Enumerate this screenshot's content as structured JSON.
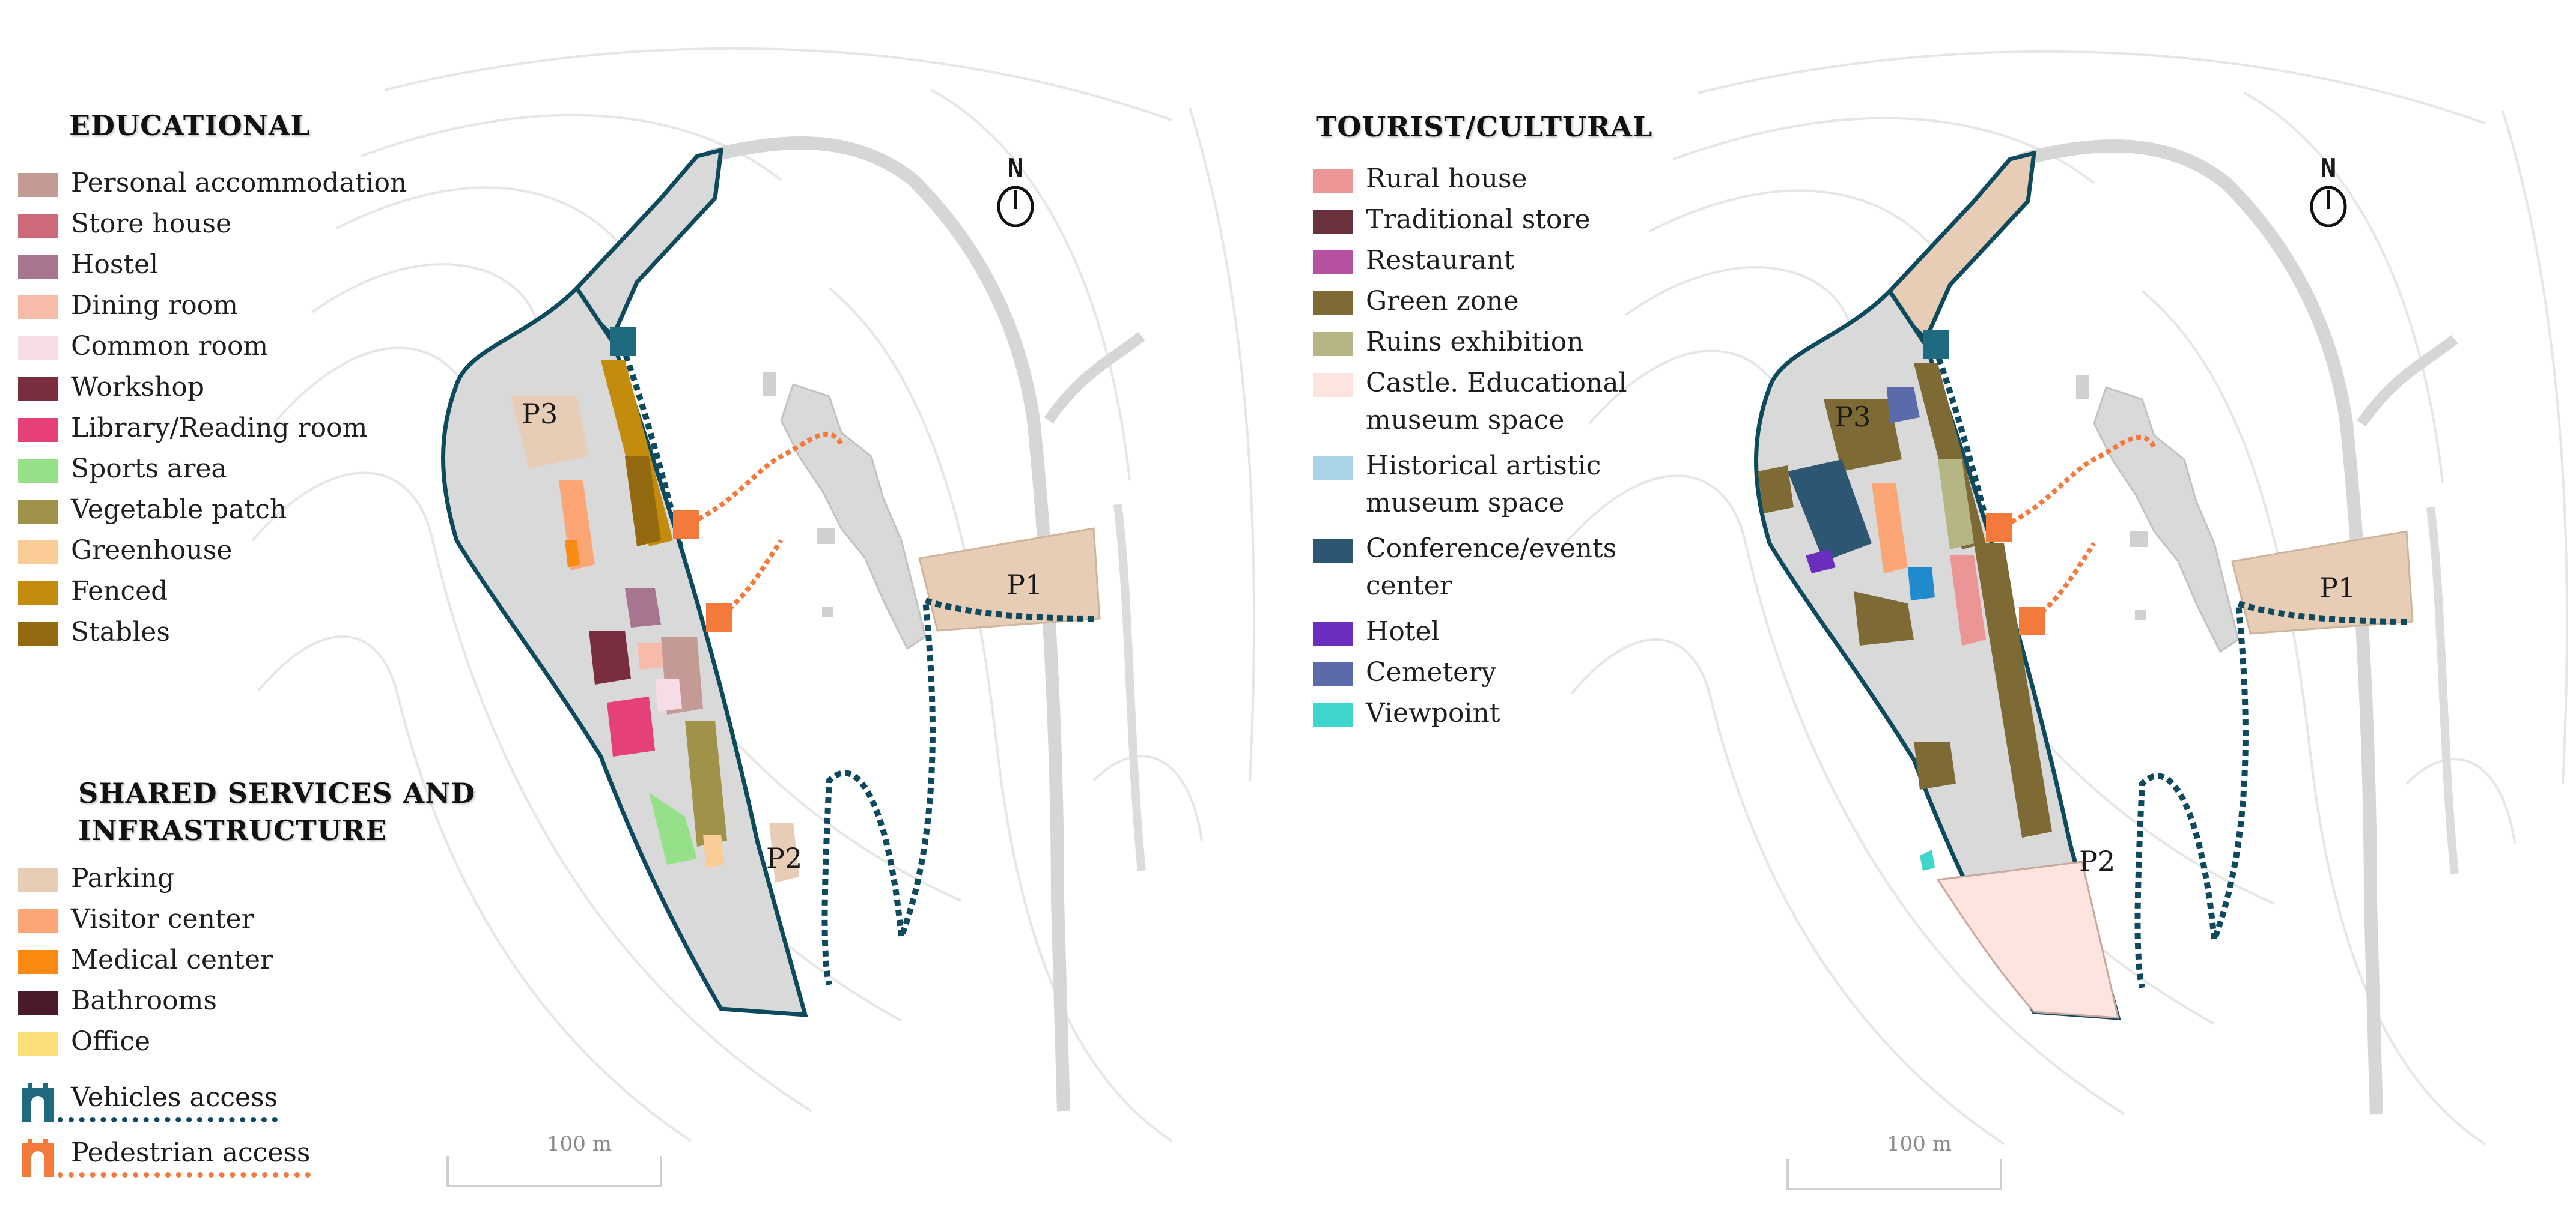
{
  "educational": {
    "title": "EDUCATIONAL",
    "items": [
      {
        "label": "Personal accommodation",
        "color": "#c49a95"
      },
      {
        "label": "Store house",
        "color": "#cc6a7a"
      },
      {
        "label": "Hostel",
        "color": "#a87590"
      },
      {
        "label": "Dining room",
        "color": "#f7bba9"
      },
      {
        "label": "Common room",
        "color": "#f6dce6"
      },
      {
        "label": "Workshop",
        "color": "#7a2d3d"
      },
      {
        "label": "Library/Reading room",
        "color": "#e5407a"
      },
      {
        "label": "Sports area",
        "color": "#96e08a"
      },
      {
        "label": "Vegetable patch",
        "color": "#a1924a"
      },
      {
        "label": "Greenhouse",
        "color": "#fbcd96"
      },
      {
        "label": "Fenced",
        "color": "#c48c0c"
      },
      {
        "label": "Stables",
        "color": "#946a10"
      }
    ]
  },
  "shared": {
    "title_line1": "SHARED SERVICES AND",
    "title_line2": "INFRASTRUCTURE",
    "items": [
      {
        "label": "Parking",
        "color": "#e8cdb6"
      },
      {
        "label": "Visitor center",
        "color": "#fba674"
      },
      {
        "label": "Medical center",
        "color": "#fb8a12"
      },
      {
        "label": "Bathrooms",
        "color": "#4a1a2a"
      },
      {
        "label": "Office",
        "color": "#fddf7a"
      }
    ],
    "vehicles_access": {
      "label": "Vehicles access",
      "color": "#1f6a80"
    },
    "pedestrian_access": {
      "label": "Pedestrian access",
      "color": "#f47a3c"
    }
  },
  "tourist": {
    "title": "TOURIST/CULTURAL",
    "items": [
      {
        "label": "Rural house",
        "color": "#ec9596"
      },
      {
        "label": "Traditional store",
        "color": "#6a323d"
      },
      {
        "label": "Restaurant",
        "color": "#b652a1"
      },
      {
        "label": "Green zone",
        "color": "#7e6a34"
      },
      {
        "label": "Ruins exhibition",
        "color": "#b5b683"
      },
      {
        "label": "Castle. Educational\nmuseum space",
        "color": "#fde4de"
      },
      {
        "label": "Historical artistic\nmuseum space",
        "color": "#a8d4e6"
      },
      {
        "label": "Conference/events\ncenter",
        "color": "#2d5672"
      },
      {
        "label": "Hotel",
        "color": "#6a2dbd"
      },
      {
        "label": "Cemetery",
        "color": "#5a6aab"
      },
      {
        "label": "Viewpoint",
        "color": "#3fd6cd"
      }
    ]
  },
  "north_label": "N",
  "scale_label": "100 m",
  "map_labels": {
    "p1": "P1",
    "p2": "P2",
    "p3": "P3"
  },
  "colors": {
    "boundary": "#0e4a5e",
    "map_gray": "#d9d9d9",
    "contour": "#e6e6e6"
  }
}
